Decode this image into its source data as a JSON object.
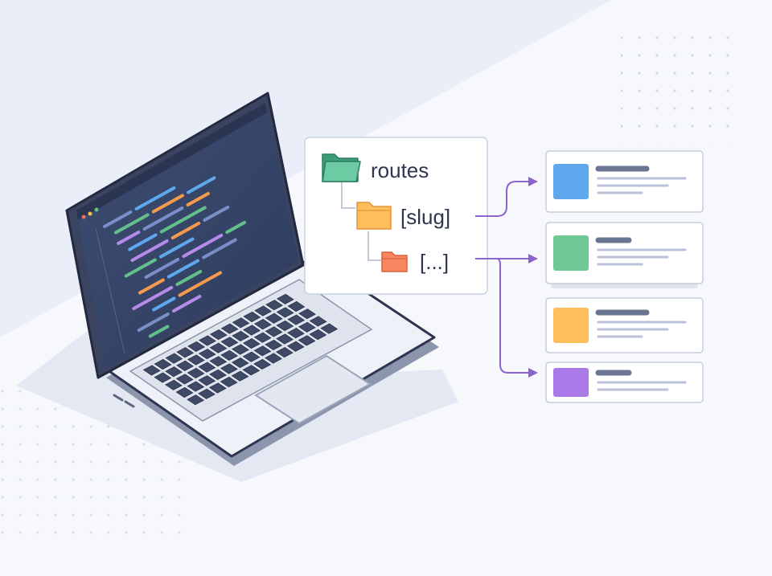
{
  "file_tree": {
    "root": {
      "label": "routes",
      "icon": "folder-open-icon",
      "color": "#6ccba2"
    },
    "slug": {
      "label": "[slug]",
      "icon": "folder-icon",
      "color": "#ffbe5c"
    },
    "catch_all": {
      "label": "[...]",
      "icon": "folder-icon",
      "color": "#f98662"
    }
  },
  "connector_color": "#8d63cc",
  "pages": [
    {
      "name": "page-blue",
      "accent": "#5fa8ee"
    },
    {
      "name": "page-green",
      "accent": "#6fc995"
    },
    {
      "name": "page-orange",
      "accent": "#ffbe5c"
    },
    {
      "name": "page-purple",
      "accent": "#a97ae8"
    }
  ],
  "code_colors": [
    "#7a8ec8",
    "#b78be9",
    "#62c08a",
    "#f79a4c",
    "#5fa8ee"
  ]
}
